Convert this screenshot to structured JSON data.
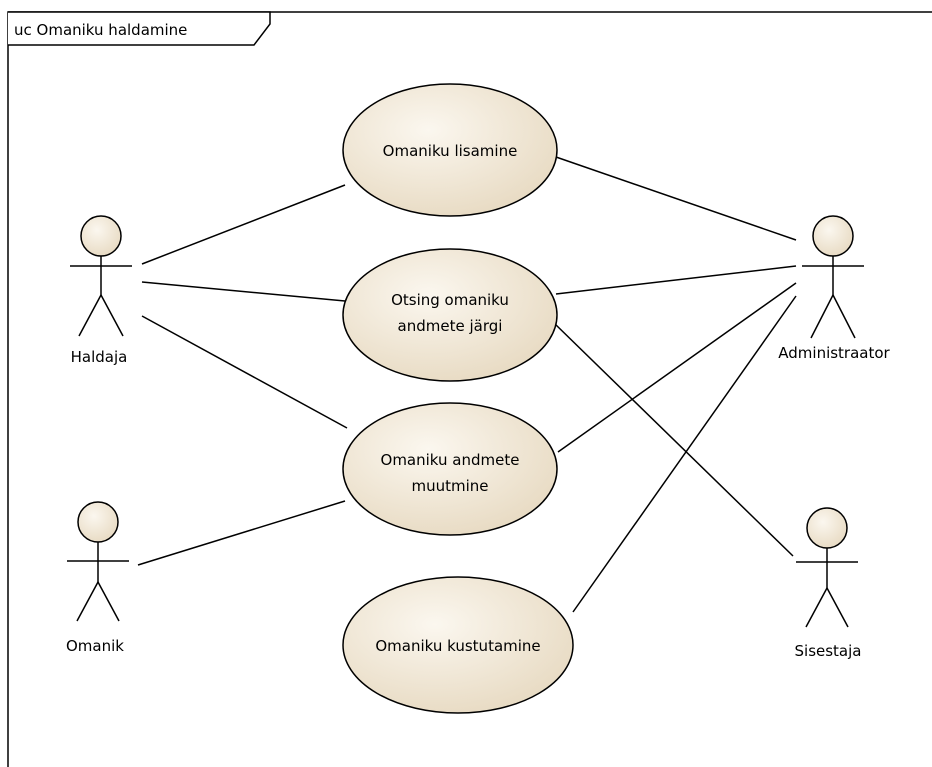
{
  "frame": {
    "title": "uc Omaniku haldamine"
  },
  "colors": {
    "fill": "#ede3d1",
    "stroke": "#000000",
    "background": "#ffffff"
  },
  "actors": [
    {
      "id": "haldaja",
      "name": "Haldaja"
    },
    {
      "id": "omanik",
      "name": "Omanik"
    },
    {
      "id": "administraator",
      "name": "Administraator"
    },
    {
      "id": "sisestaja",
      "name": "Sisestaja"
    }
  ],
  "use_cases": [
    {
      "id": "lisamine",
      "lines": [
        "Omaniku lisamine"
      ]
    },
    {
      "id": "otsing",
      "lines": [
        "Otsing omaniku",
        "andmete järgi"
      ]
    },
    {
      "id": "muutmine",
      "lines": [
        "Omaniku andmete",
        "muutmine"
      ]
    },
    {
      "id": "kustutamine",
      "lines": [
        "Omaniku kustutamine"
      ]
    }
  ],
  "associations": [
    {
      "actor": "haldaja",
      "use_case": "lisamine"
    },
    {
      "actor": "haldaja",
      "use_case": "otsing"
    },
    {
      "actor": "haldaja",
      "use_case": "muutmine"
    },
    {
      "actor": "omanik",
      "use_case": "muutmine"
    },
    {
      "actor": "administraator",
      "use_case": "lisamine"
    },
    {
      "actor": "administraator",
      "use_case": "otsing"
    },
    {
      "actor": "administraator",
      "use_case": "muutmine"
    },
    {
      "actor": "administraator",
      "use_case": "kustutamine"
    },
    {
      "actor": "sisestaja",
      "use_case": "otsing"
    }
  ]
}
